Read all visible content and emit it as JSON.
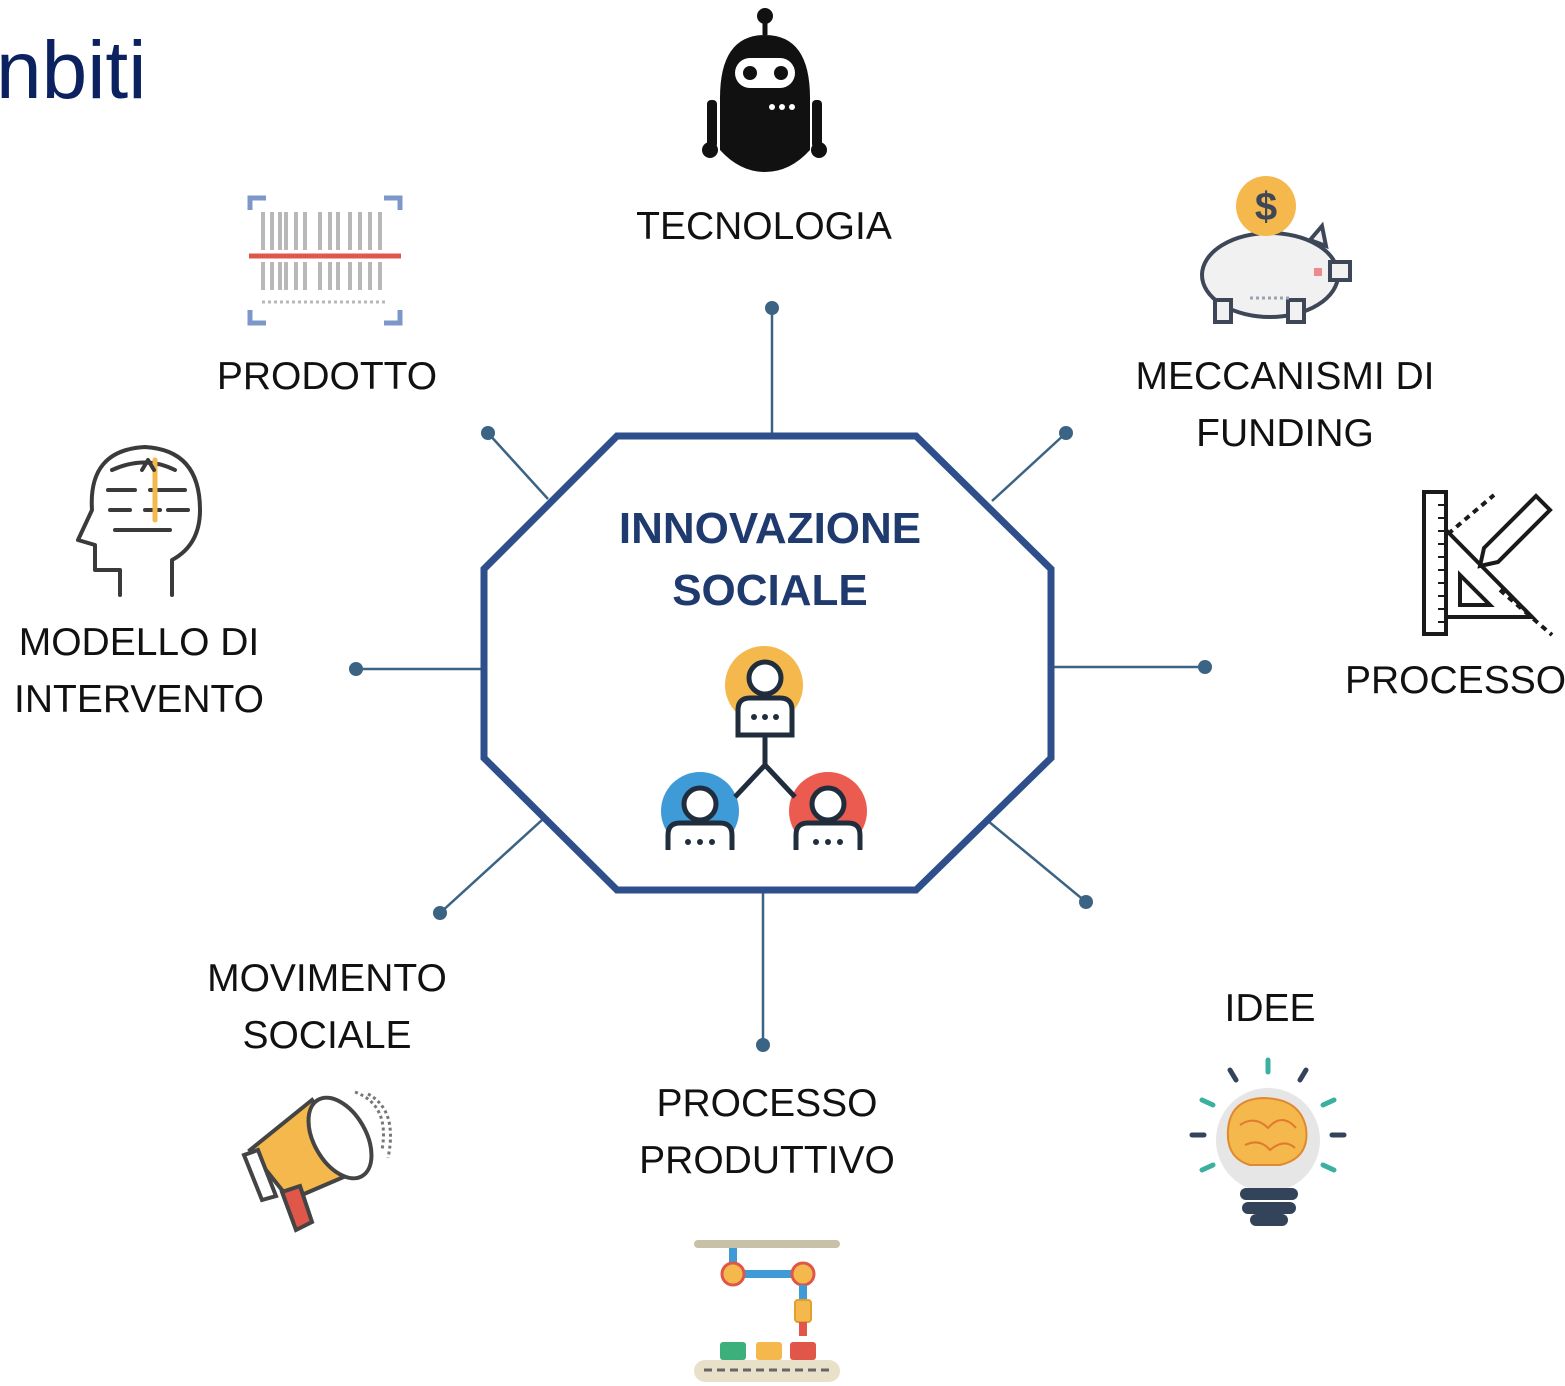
{
  "page": {
    "title": "nbiti"
  },
  "center": {
    "line1": "INNOVAZIONE",
    "line2": "SOCIALE",
    "icon": "team-hierarchy-icon"
  },
  "areas": [
    {
      "id": "tecnologia",
      "lines": [
        "TECNOLOGIA"
      ],
      "icon": "robot-icon"
    },
    {
      "id": "prodotto",
      "lines": [
        "PRODOTTO"
      ],
      "icon": "barcode-icon"
    },
    {
      "id": "funding",
      "lines": [
        "MECCANISMI DI",
        "FUNDING"
      ],
      "icon": "piggy-bank-icon"
    },
    {
      "id": "modello",
      "lines": [
        "MODELLO DI",
        "INTERVENTO"
      ],
      "icon": "head-maze-icon"
    },
    {
      "id": "processo",
      "lines": [
        "PROCESSO"
      ],
      "icon": "ruler-pencil-icon"
    },
    {
      "id": "movimento",
      "lines": [
        "MOVIMENTO",
        "SOCIALE"
      ],
      "icon": "megaphone-icon"
    },
    {
      "id": "produttivo",
      "lines": [
        "PROCESSO",
        "PRODUTTIVO"
      ],
      "icon": "assembly-line-icon"
    },
    {
      "id": "idee",
      "lines": [
        "IDEE"
      ],
      "icon": "lightbulb-brain-icon"
    }
  ],
  "colors": {
    "title": "#0b2160",
    "octagon": "#2e4f8c",
    "connector": "#3a6384",
    "center_text": "#1f3a6e"
  }
}
